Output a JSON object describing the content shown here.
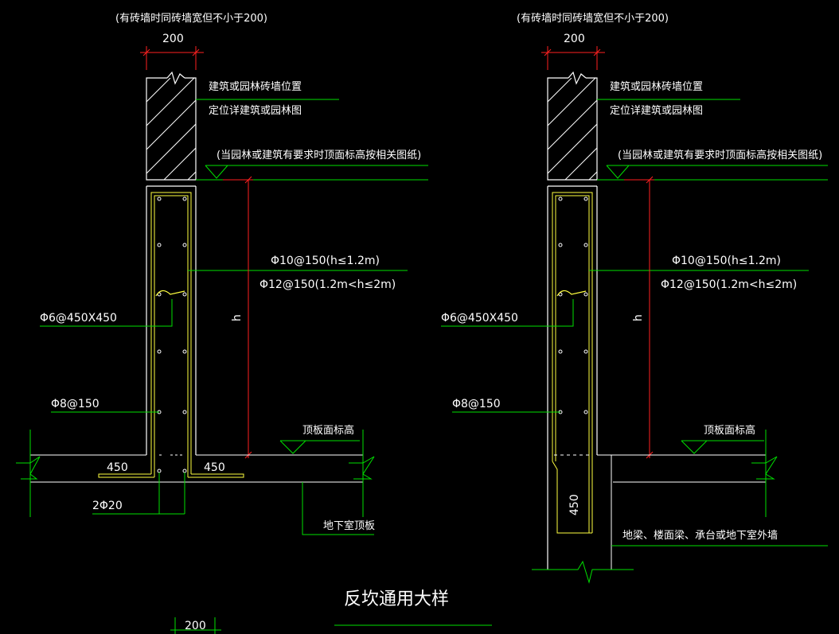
{
  "colors": {
    "background": "#000000",
    "wall_outline": "#ffffff",
    "dimension": "#ff2020",
    "leader": "#00e000",
    "rebar": "#ffff40",
    "grade": "#00e000",
    "text": "#ffffff"
  },
  "details": [
    {
      "wall_note": "(有砖墙时同砖墙宽但不小于200)",
      "wall_width": "200",
      "brick_note_line1": "建筑或园林砖墙位置",
      "brick_note_line2": "定位详建筑或园林图",
      "top_elev_note": "(当园林或建筑有要求时顶面标高按相关图纸)",
      "main_bar_1": "Φ10@150(h≤1.2m)",
      "main_bar_2": "Φ12@150(1.2m<h≤2m)",
      "height_symbol": "h",
      "tie_bar": "Φ6@450X450",
      "dist_bar": "Φ8@150",
      "slab_elev": "顶板面标高"
    },
    {
      "wall_note": "(有砖墙时同砖墙宽但不小于200)",
      "wall_width": "200",
      "brick_note_line1": "建筑或园林砖墙位置",
      "brick_note_line2": "定位详建筑或园林图",
      "top_elev_note": "(当园林或建筑有要求时顶面标高按相关图纸)",
      "main_bar_1": "Φ10@150(h≤1.2m)",
      "main_bar_2": "Φ12@150(1.2m<h≤2m)",
      "height_symbol": "h",
      "tie_bar": "Φ6@450X450",
      "dist_bar": "Φ8@150",
      "slab_elev": "顶板面标高"
    }
  ],
  "left_detail": {
    "anchor_left": "450",
    "anchor_right": "450",
    "bottom_bars": "2Φ20",
    "roof_slab": "地下室顶板"
  },
  "right_detail": {
    "anchor_depth": "450",
    "support_note": "地梁、楼面梁、承台或地下室外墙"
  },
  "title": "反坎通用大样",
  "bottom_dim": "200"
}
